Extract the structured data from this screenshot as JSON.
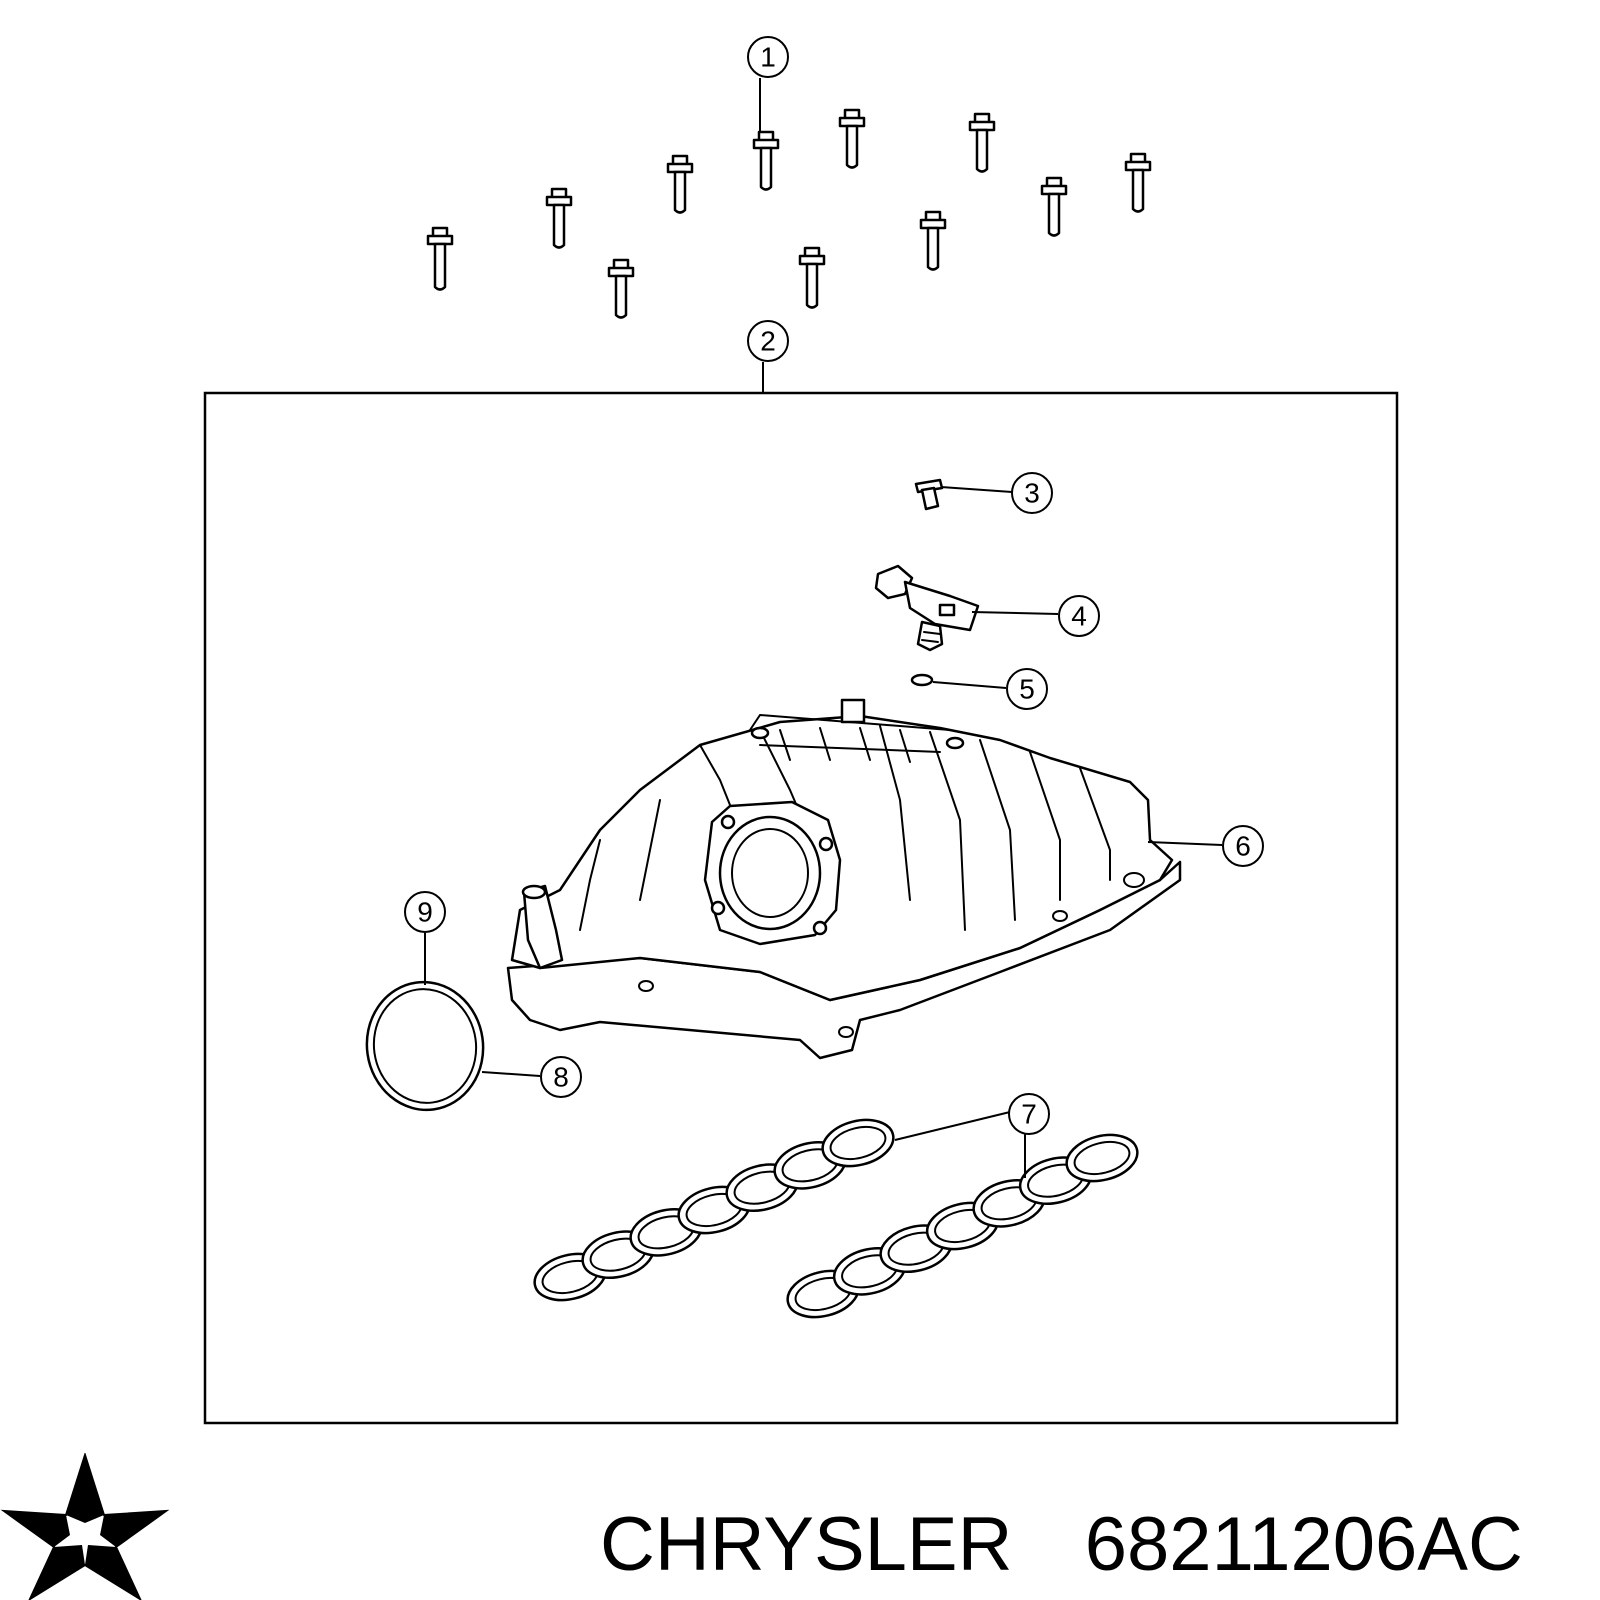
{
  "diagram": {
    "callouts": [
      {
        "number": "1",
        "part": "bolt"
      },
      {
        "number": "2",
        "part": "intake manifold assembly"
      },
      {
        "number": "3",
        "part": "screw"
      },
      {
        "number": "4",
        "part": "sensor"
      },
      {
        "number": "5",
        "part": "o-ring"
      },
      {
        "number": "6",
        "part": "intake manifold"
      },
      {
        "number": "7",
        "part": "intake manifold gaskets"
      },
      {
        "number": "8",
        "part": "throttle body gasket"
      },
      {
        "number": "9",
        "part": "throttle body gasket"
      }
    ]
  },
  "footer": {
    "brand": "CHRYSLER",
    "part_number": "68211206AC",
    "logo_icon": "pentastar-logo-icon"
  },
  "colors": {
    "line": "#000000",
    "background": "#ffffff"
  }
}
